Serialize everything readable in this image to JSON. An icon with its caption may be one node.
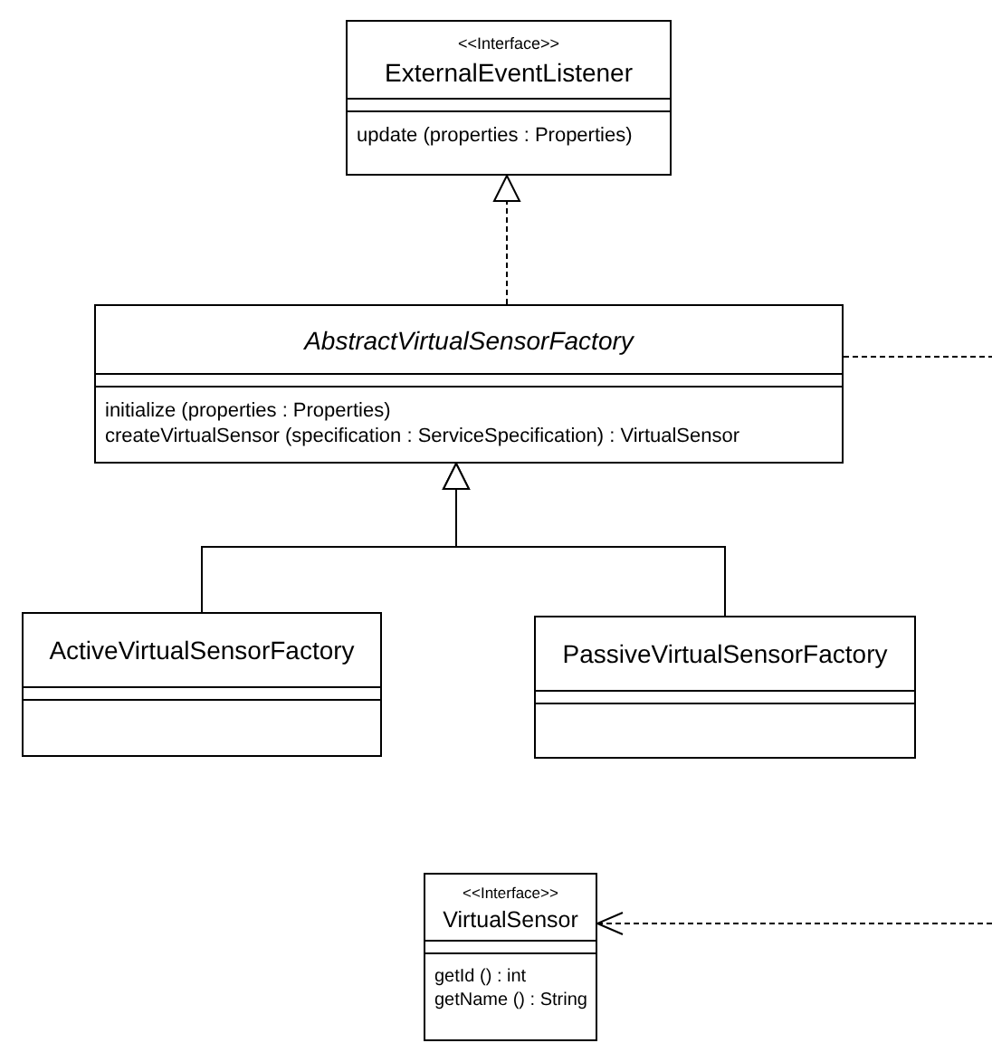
{
  "diagram": {
    "nodes": [
      {
        "text": [
          "<<Interface>>",
          "ExternalEventListener",
          "update (properties : Properties)"
        ]
      },
      {
        "text": [
          "AbstractVirtualSensorFactory",
          "initialize (properties : Properties)",
          "createVirtualSensor (specification : ServiceSpecification) : VirtualSensor"
        ]
      },
      {
        "text": [
          "ActiveVirtualSensorFactory"
        ]
      },
      {
        "text": [
          "PassiveVirtualSensorFactory"
        ]
      },
      {
        "text": [
          "<<Interface>>",
          "VirtualSensor",
          "getId () : int",
          "getName () : String"
        ]
      }
    ],
    "edges": [
      {
        "from": 1,
        "to": 0,
        "arrow": "to",
        "style": "dashed"
      },
      {
        "from": 2,
        "to": 1,
        "arrow": "to"
      },
      {
        "from": 3,
        "to": 1,
        "arrow": "to"
      },
      {
        "from": 1,
        "to": null,
        "arrow": "none",
        "style": "dashed"
      },
      {
        "from": null,
        "to": 4,
        "arrow": "to",
        "style": "dashed"
      }
    ]
  }
}
